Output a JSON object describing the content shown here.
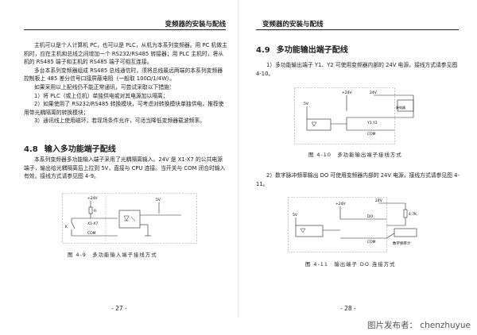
{
  "left": {
    "header": "变频器的安装与配线",
    "paragraphs": [
      "主机可以是个人计算机 PC，也可以是 PLC，从机为本系列变频器。用 PC 机做主机时，应在主机和总线之间增加一个 RS232/RS485 转接器；用 PLC 主机时，将从机的 RS485 端子和主机的 RS485 端子可相互连接。",
      "多台本系列变频器组成 RS485 总线通信时，须将总线最远两端的本系列变频器控制板上 485 差分信号口接屏蔽电阻（一般取 100Ω/1/4W）。",
      "如果采用以上配线仍不能正常通讯，可尝试采取以下措施："
    ],
    "list": [
      "1）将 PLC（或上位机）单独供电或对其电源加以隔离；",
      "2）如果使用了 RS232/RS485 转换模块，可考虑对转换模块单独供电，推荐使用带光耦隔离的转换模块；",
      "3）通讯线上使用磁环，若现场条件允许，可适当降低变频器载波频率。"
    ],
    "section_num": "4.8",
    "section_title": "输入多功能端子配线",
    "section_para": "本系列变频器多功能输入端子采用了光耦隔离输入。24V 是 X1-X7 的公共电源端子，输出给光耦隔离后上拉到 5V，直接与 CPU 连接。当开关与 COM 闭合时输入有效。接线方式请参见图 4-9。",
    "figure_caption": "图 4-9　多功能输入端子接线方式",
    "page_number": "- 27 -",
    "diagram_labels": {
      "plus24": "+24V",
      "r": "R",
      "x": "X1-X7",
      "k": "K",
      "com": "COM",
      "v5": "5V"
    }
  },
  "right": {
    "header": "变频器的安装与配线",
    "section_num": "4.9",
    "section_title": "多功能输出端子配线",
    "para1": "1）多功能输出端子 Y1、Y2 可使用变频器内部的 24V 电源，接线方式请参见图 4-10。",
    "fig1_caption": "图 4-10　多功能输出端子接线方式",
    "para2": "2）数字脉冲频率输出 DO 可使用变频器内部的 24V 电源，接线方式请参见图 4-11。",
    "fig2_caption": "图 4-11　输出端子 DO 连接方式",
    "page_number": "- 28 -",
    "fig1_labels": {
      "plus24": "+24V",
      "v24": "24V",
      "relay": "继电器",
      "v5": "5V",
      "y": "Y1,Y2",
      "com": "COM"
    },
    "fig2_labels": {
      "plus24": "+24V",
      "v24": "24V",
      "do": "DO",
      "r47": "4.7K",
      "v5": "5V",
      "com": "COM",
      "meter": "数字频率计"
    }
  },
  "credit": "图片发布者： chenzhuyue"
}
